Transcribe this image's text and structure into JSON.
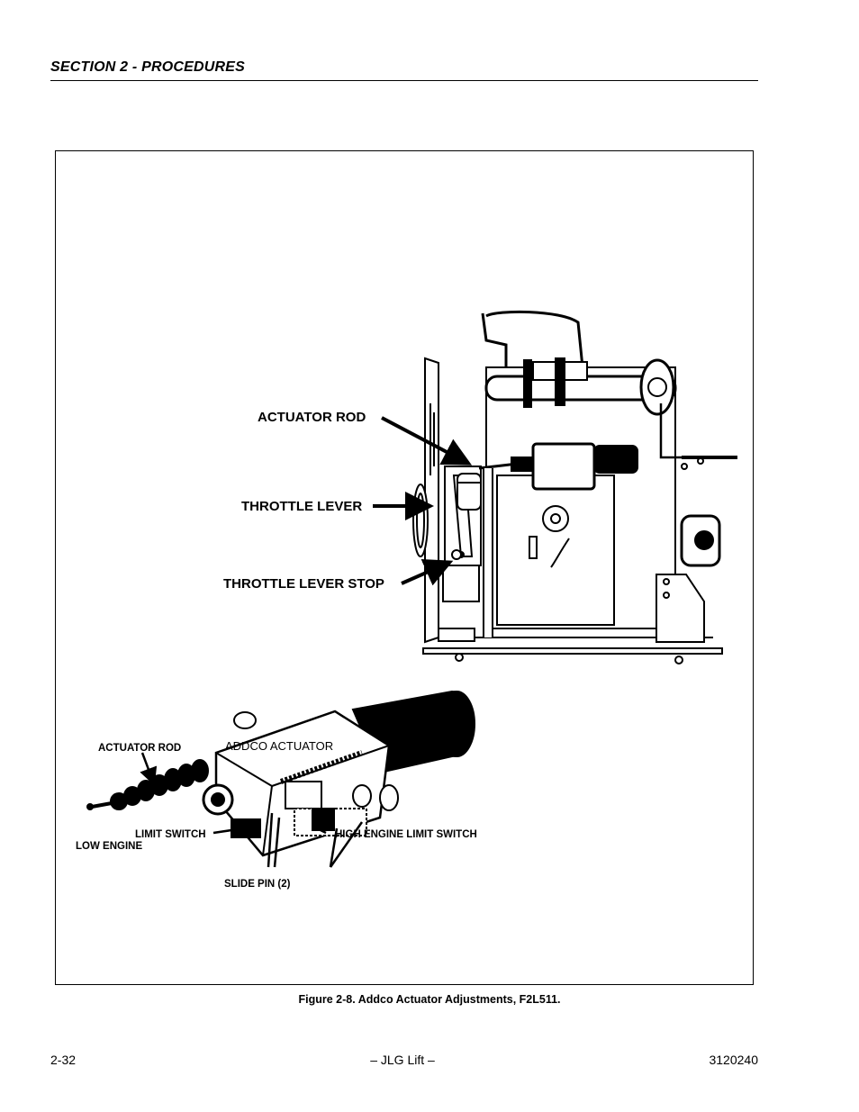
{
  "header": {
    "section_title": "SECTION 2 - PROCEDURES"
  },
  "figure": {
    "upper_labels": {
      "actuator_rod": "ACTUATOR ROD",
      "throttle_lever": "THROTTLE LEVER",
      "throttle_lever_stop": "THROTTLE LEVER STOP"
    },
    "lower_labels": {
      "actuator_rod": "ACTUATOR ROD",
      "addco_actuator": "ADDCO ACTUATOR",
      "limit_switch": "LIMIT SWITCH",
      "low_engine": "LOW ENGINE",
      "high_engine_limit_switch": "HIGH ENGINE LIMIT SWITCH",
      "slide_pin": "SLIDE PIN (2)"
    },
    "caption": "Figure 2-8.  Addco Actuator Adjustments, F2L511."
  },
  "footer": {
    "page_number": "2-32",
    "publisher": "– JLG Lift –",
    "document_number": "3120240"
  }
}
